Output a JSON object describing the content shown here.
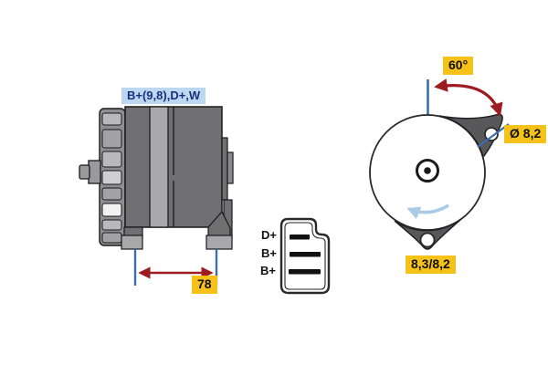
{
  "figure": {
    "title": "Alternator technical drawing, two views with connector pinout",
    "colors": {
      "highlight_yellow": "#f6c21a",
      "highlight_blue_bg": "#bcd7ef",
      "label_blue_text": "#16317f",
      "dimension_red": "#9e1b22",
      "dimension_blue": "#3a6fae",
      "rotation_arrow_blue": "#a9cbe8",
      "body_gray": "#707072",
      "body_light_gray": "#a8a8aa",
      "lug_gray": "#58585a"
    },
    "side_view": {
      "terminals_label": "B+(9,8),D+,W",
      "width_dimension": "78"
    },
    "connector": {
      "pins": [
        "D+",
        "B+",
        "B+"
      ]
    },
    "front_view": {
      "angle_label": "60°",
      "hole_diameter_label": "Ø 8,2",
      "mounting_label": "8,3/8,2"
    }
  }
}
